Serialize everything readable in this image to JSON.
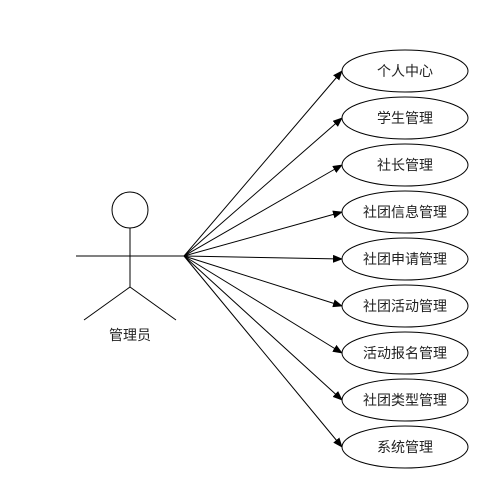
{
  "diagram": {
    "type": "use-case",
    "actor": {
      "label": "管理员",
      "icon": "stick-figure-icon"
    },
    "use_cases": [
      {
        "label": "个人中心"
      },
      {
        "label": "学生管理"
      },
      {
        "label": "社长管理"
      },
      {
        "label": "社团信息管理"
      },
      {
        "label": "社团申请管理"
      },
      {
        "label": "社团活动管理"
      },
      {
        "label": "活动报名管理"
      },
      {
        "label": "社团类型管理"
      },
      {
        "label": "系统管理"
      }
    ],
    "colors": {
      "line": "#000000",
      "text": "#222222",
      "background": "#ffffff"
    }
  }
}
